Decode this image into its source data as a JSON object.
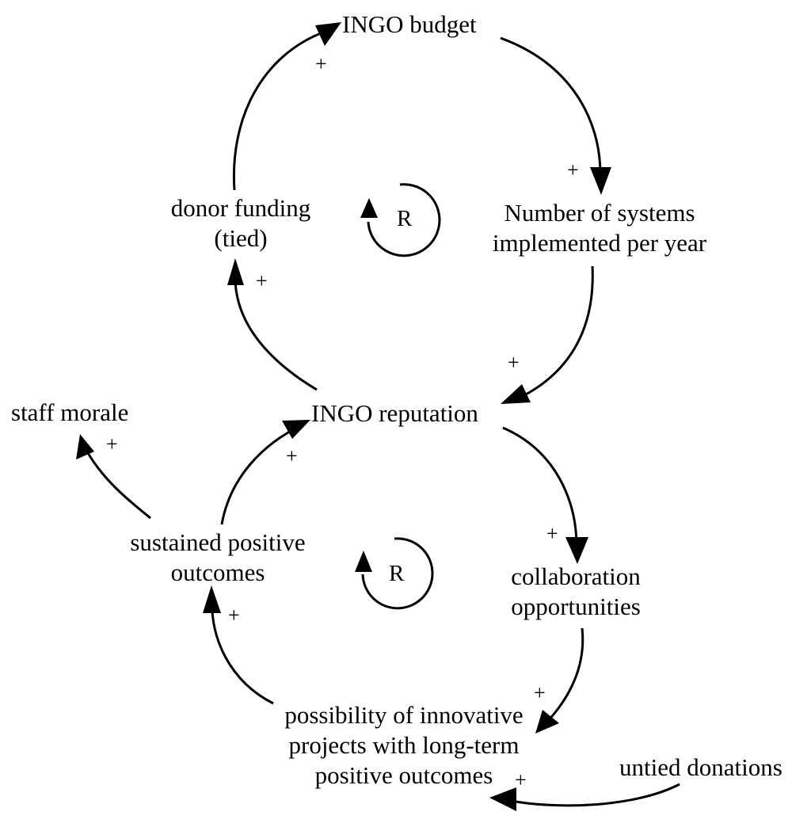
{
  "nodes": {
    "ingo_budget": [
      "INGO budget"
    ],
    "systems_implemented": [
      "Number of systems",
      "implemented per year"
    ],
    "donor_funding": [
      "donor funding",
      "(tied)"
    ],
    "ingo_reputation": [
      "INGO reputation"
    ],
    "staff_morale": [
      "staff morale"
    ],
    "sustained_outcomes": [
      "sustained positive",
      "outcomes"
    ],
    "collaboration": [
      "collaboration",
      "opportunities"
    ],
    "innovative_projects": [
      "possibility of innovative",
      "projects with long-term",
      "positive outcomes"
    ],
    "untied_donations": [
      "untied donations"
    ]
  },
  "polarity": "+",
  "loops": {
    "top": "R",
    "bottom": "R"
  }
}
